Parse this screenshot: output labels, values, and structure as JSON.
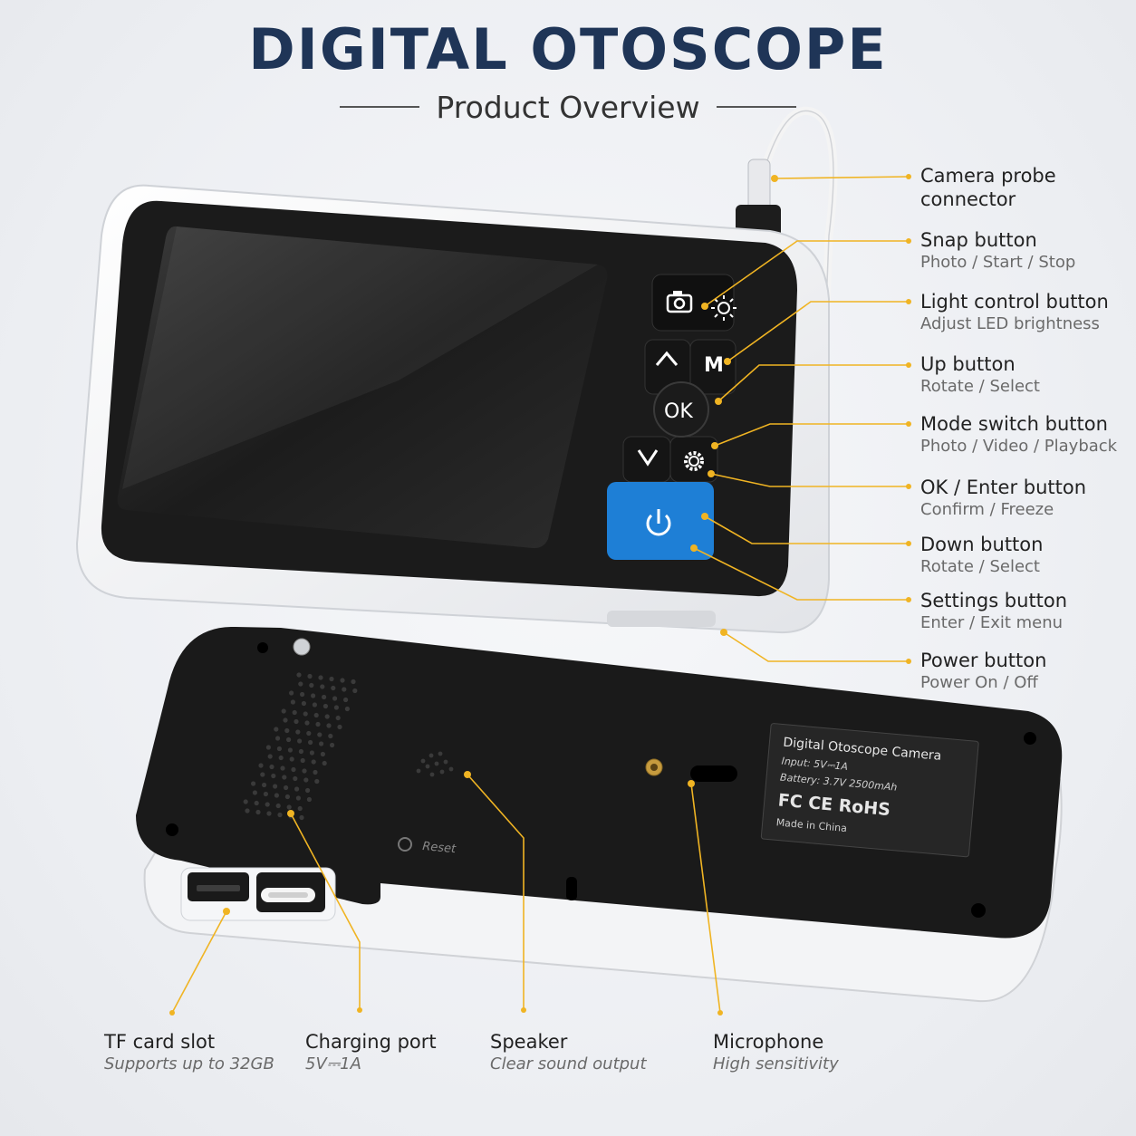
{
  "header": {
    "title": "DIGITAL OTOSCOPE",
    "subtitle": "Product Overview"
  },
  "colors": {
    "title": "#1f3557",
    "callout_line": "#f0b423",
    "power_button": "#1e7fd6",
    "device_black": "#1b1b1b",
    "device_white": "#f5f6f8"
  },
  "device_buttons": {
    "snap_icon": "camera-icon",
    "light_icon": "sun-icon",
    "up_icon": "chevron-up-icon",
    "mode_label": "M",
    "ok_label": "OK",
    "down_icon": "chevron-down-icon",
    "settings_icon": "gear-icon",
    "power_icon": "power-icon"
  },
  "back_label": {
    "line1": "Digital Otoscope Camera",
    "line2": "Input: 5V⎓1A",
    "line3": "Battery: 3.7V 2500mAh",
    "marks": "FC  CE  RoHS",
    "line4": "Made in China",
    "reset": "Reset"
  },
  "callouts_right": [
    {
      "title": "Camera probe\nconnector",
      "sub": ""
    },
    {
      "title": "Snap button",
      "sub": "Photo / Start / Stop"
    },
    {
      "title": "Light control button",
      "sub": "Adjust LED brightness"
    },
    {
      "title": "Up button",
      "sub": "Rotate / Select"
    },
    {
      "title": "Mode switch button",
      "sub": "Photo / Video / Playback"
    },
    {
      "title": "OK / Enter button",
      "sub": "Confirm / Freeze"
    },
    {
      "title": "Down button",
      "sub": "Rotate / Select"
    },
    {
      "title": "Settings button",
      "sub": "Enter / Exit menu"
    },
    {
      "title": "Power button",
      "sub": "Power On / Off"
    }
  ],
  "callouts_bottom": [
    {
      "title": "TF card slot",
      "sub": "Supports up to 32GB"
    },
    {
      "title": "Charging port",
      "sub": "5V⎓1A"
    },
    {
      "title": "Speaker",
      "sub": "Clear sound output"
    },
    {
      "title": "Microphone",
      "sub": "High sensitivity"
    }
  ]
}
